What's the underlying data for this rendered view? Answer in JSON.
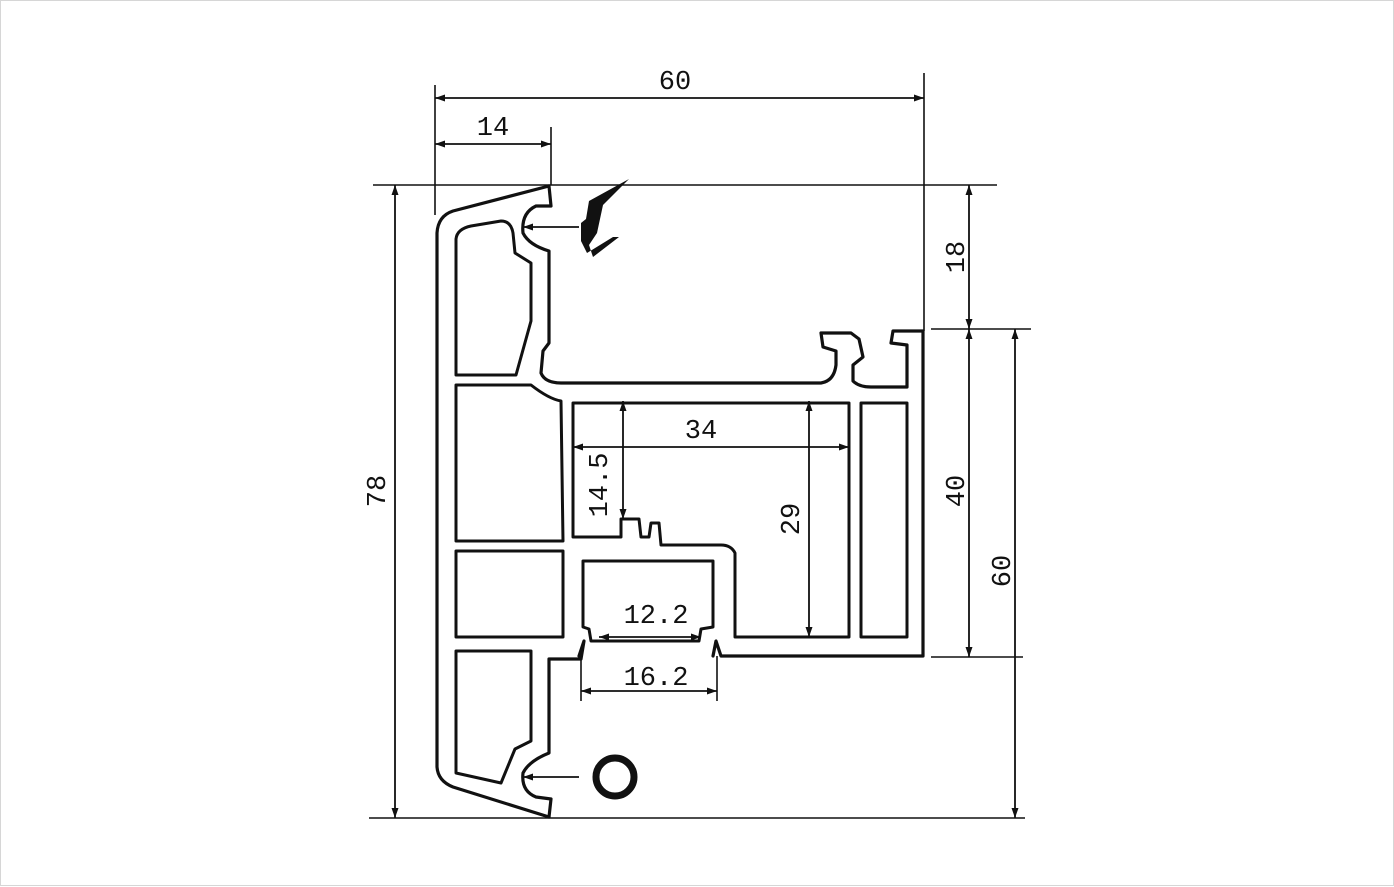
{
  "dimensions": {
    "overall_width": "60",
    "sash_lip": "14",
    "overall_height": "78",
    "top_offset": "18",
    "rebate_depth": "40",
    "frame_height": "60",
    "chamber_width": "34",
    "chamber_depth": "29",
    "groove_depth": "14.5",
    "slot_inner": "12.2",
    "slot_outer": "16.2"
  },
  "colors": {
    "line": "#111111",
    "background": "#ffffff"
  }
}
